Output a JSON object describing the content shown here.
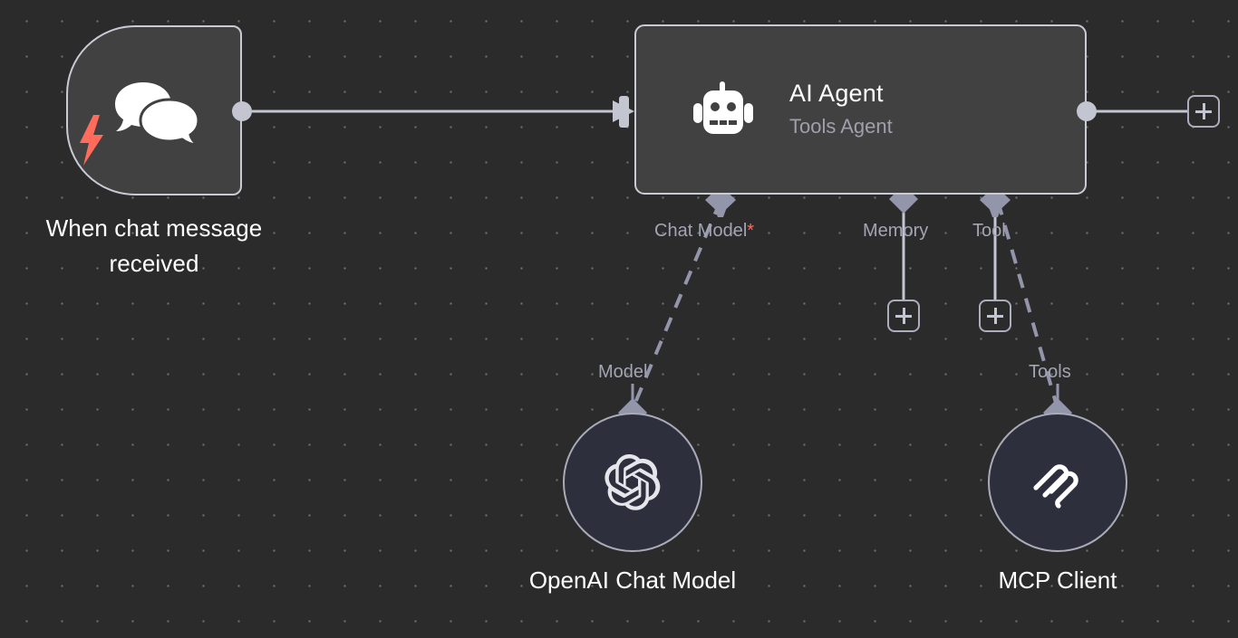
{
  "canvas": {
    "background_color": "#2b2b2b",
    "grid_dot_color": "#6f7070"
  },
  "nodes": [
    {
      "id": "chat-trigger",
      "label": "When chat message received",
      "icon": "chat-bubbles-icon",
      "badge_icon": "lightning-bolt-icon",
      "badge_color": "#ff6c5c",
      "body_color": "#414141",
      "border_color": "#c9cbd4"
    },
    {
      "id": "ai-agent",
      "title": "AI Agent",
      "subtitle": "Tools Agent",
      "icon": "robot-icon",
      "body_color": "#414141",
      "border_color": "#c9cbd4"
    },
    {
      "id": "openai-chat-model",
      "label": "OpenAI Chat Model",
      "icon": "openai-logo-icon",
      "port_label": "Model",
      "body_color": "#2e2f3d",
      "border_color": "#a9abb7"
    },
    {
      "id": "mcp-client",
      "label": "MCP Client",
      "icon": "mcp-logo-icon",
      "port_label": "Tools",
      "body_color": "#2e2f3d",
      "border_color": "#a9abb7"
    }
  ],
  "agent_connectors": [
    {
      "id": "chat-model",
      "label": "Chat Model",
      "required_marker": "*",
      "required": true
    },
    {
      "id": "memory",
      "label": "Memory",
      "required_marker": "",
      "required": false
    },
    {
      "id": "tool",
      "label": "Tool",
      "required_marker": "",
      "required": false
    }
  ],
  "buttons": {
    "add_main_output": "+",
    "add_memory": "+",
    "add_tool": "+"
  },
  "colors": {
    "connector_line": "#c3c5d0",
    "diamond": "#9395ab",
    "sub_label": "#a3a4b4",
    "required_asterisk": "#ff6c5c"
  }
}
